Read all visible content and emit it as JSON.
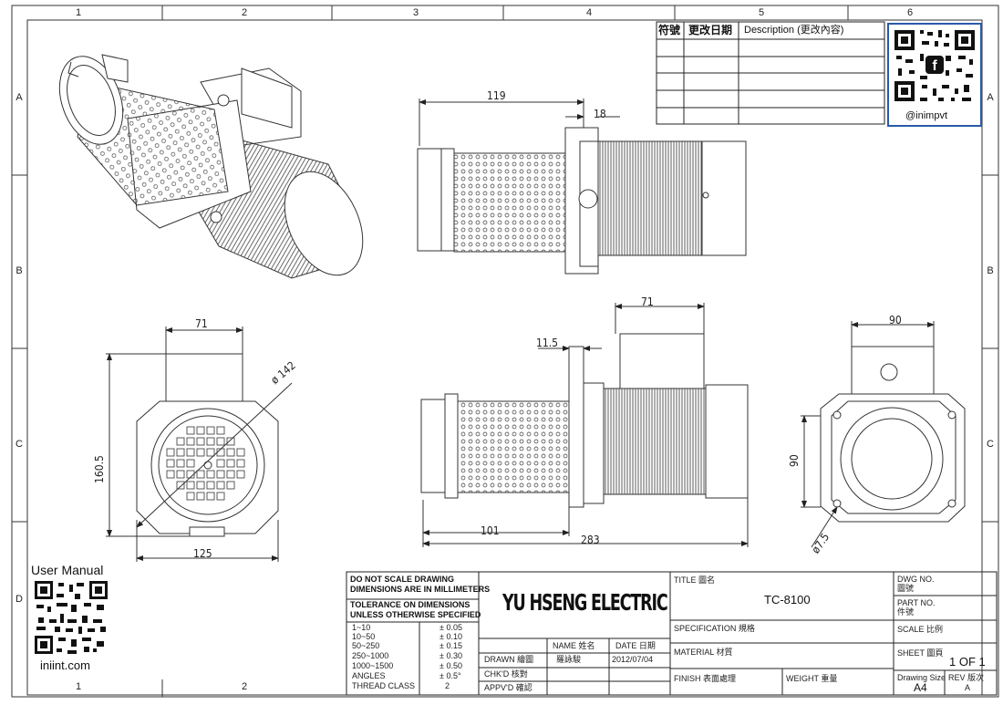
{
  "grid": {
    "cols_top": [
      "1",
      "2",
      "3",
      "4",
      "5",
      "6"
    ],
    "cols_bottom": [
      "1",
      "2"
    ],
    "rows": [
      "A",
      "B",
      "C",
      "D"
    ]
  },
  "revision_table": {
    "col1": "符號",
    "col2": "更改日期",
    "col3": "Description (更改內容)"
  },
  "social": {
    "handle": "@inimpvt"
  },
  "manual": {
    "label": "User Manual",
    "site": "iniint.com"
  },
  "dimensions": {
    "side_length": "119",
    "side_flange": "18",
    "front_width": "71",
    "front_diameter": "ø 142",
    "front_height": "160.5",
    "front_base": "125",
    "mid_top": "71",
    "mid_flange": "11.5",
    "mid_filter": "101",
    "mid_total": "283",
    "right_width": "90",
    "right_height": "90",
    "right_hole": "ø7.5"
  },
  "tolerance": {
    "note1": "DO NOT SCALE DRAWING",
    "note2": "DIMENSIONS ARE IN MILLIMETERS",
    "note3": "TOLERANCE ON DIMENSIONS",
    "note4": "UNLESS OTHERWISE SPECIFIED",
    "rows": [
      {
        "range": "1~10",
        "tol": "± 0.05"
      },
      {
        "range": "10~50",
        "tol": "± 0.10"
      },
      {
        "range": "50~250",
        "tol": "± 0.15"
      },
      {
        "range": "250~1000",
        "tol": "± 0.30"
      },
      {
        "range": "1000~1500",
        "tol": "± 0.50"
      },
      {
        "range": "ANGLES",
        "tol": "± 0.5°"
      },
      {
        "range": "THREAD CLASS",
        "tol": "2"
      }
    ]
  },
  "title_block": {
    "company": "YU HSENG ELECTRIC",
    "name_label": "NAME 姓名",
    "date_label": "DATE 日期",
    "drawn_label": "DRAWN 繪圖",
    "drawn_name": "羅詠駿",
    "drawn_date": "2012/07/04",
    "chkd_label": "CHK'D 核對",
    "apvd_label": "APPV'D 確認",
    "title_label": "TITLE 圖名",
    "title_value": "TC-8100",
    "spec_label": "SPECIFICATION 規格",
    "material_label": "MATERIAL 材質",
    "finish_label": "FINISH 表面處理",
    "weight_label": "WEIGHT 重量",
    "dwg_label": "DWG NO.",
    "dwg_sub": "圖號",
    "part_label": "PART NO.",
    "part_sub": "件號",
    "scale_label": "SCALE 比例",
    "sheet_label": "SHEET 圖頁",
    "sheet_value": "1 OF 1",
    "size_label": "Drawing Size",
    "size_value": "A4",
    "rev_label": "REV 版次",
    "rev_value": "A"
  }
}
